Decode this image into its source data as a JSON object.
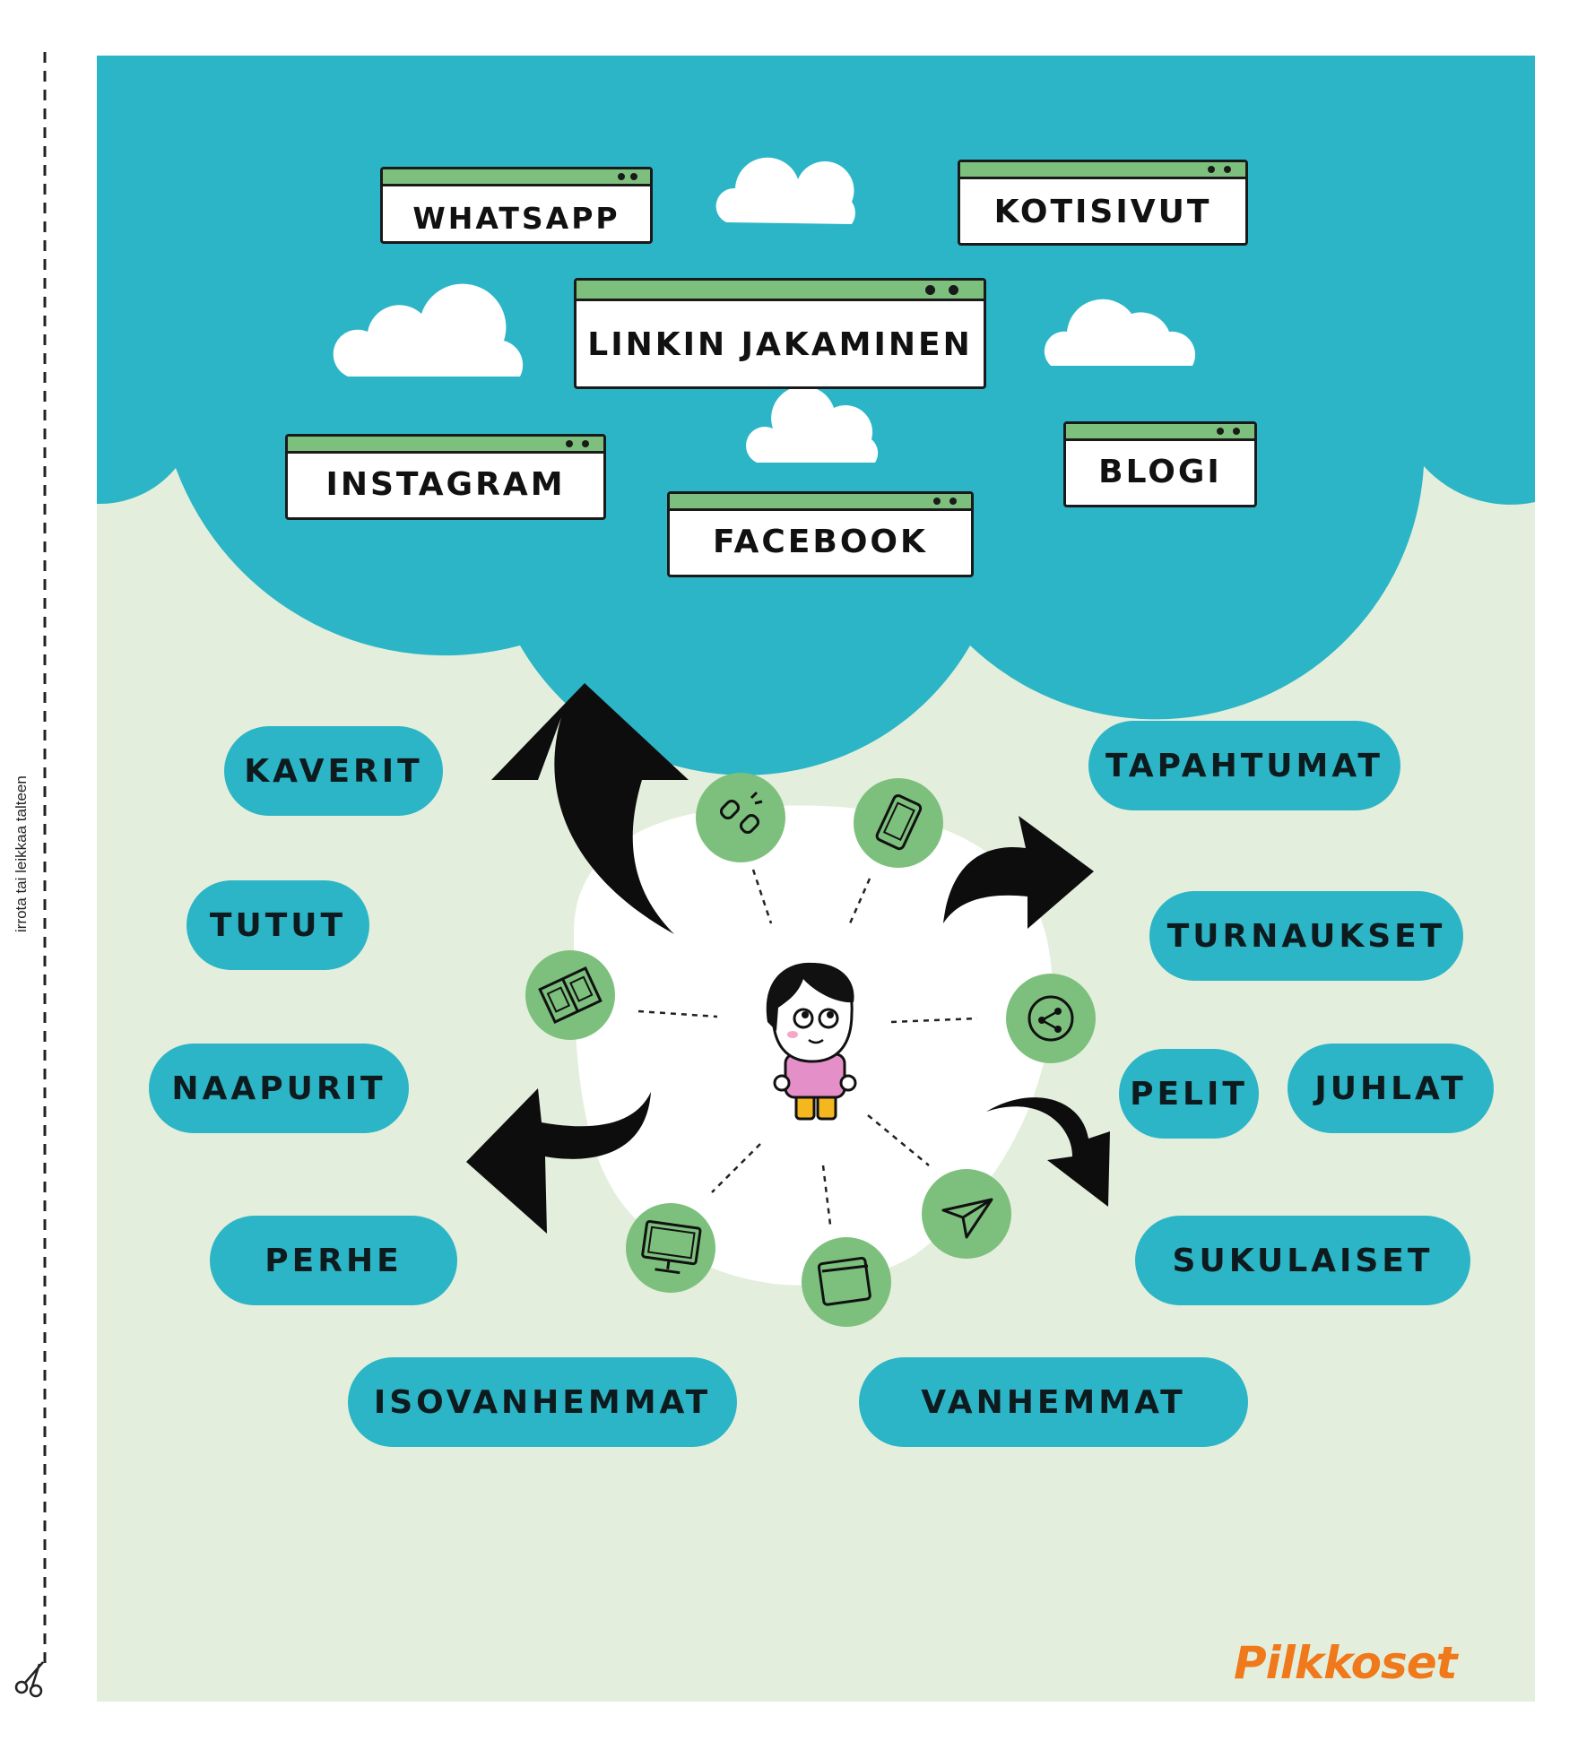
{
  "cut_line_text": "irrota tai leikkaa talteen",
  "colors": {
    "teal": "#2cb5c6",
    "background": "#e3efdc",
    "green_icon": "#7dc07d",
    "window_bar": "#7dc07d",
    "logo_orange": "#f0791c",
    "character_shirt": "#e58fc9",
    "character_pants": "#f4b71d"
  },
  "channels": {
    "whatsapp": "WHATSAPP",
    "kotisivut": "KOTISIVUT",
    "linkin_jakaminen": "LINKIN JAKAMINEN",
    "instagram": "INSTAGRAM",
    "blogi": "BLOGI",
    "facebook": "FACEBOOK"
  },
  "people": {
    "kaverit": "KAVERIT",
    "tutut": "TUTUT",
    "naapurit": "NAAPURIT",
    "perhe": "PERHE",
    "isovanhemmat": "ISOVANHEMMAT",
    "vanhemmat": "VANHEMMAT"
  },
  "events": {
    "tapahtumat": "TAPAHTUMAT",
    "turnaukset": "TURNAUKSET",
    "pelit": "PELIT",
    "juhlat": "JUHLAT",
    "sukulaiset": "SUKULAISET"
  },
  "icons": [
    "link-icon",
    "phone-icon",
    "share-icon",
    "send-icon",
    "browser-icon",
    "monitor-icon",
    "newspaper-icon"
  ],
  "logo": "Pilkkoset"
}
